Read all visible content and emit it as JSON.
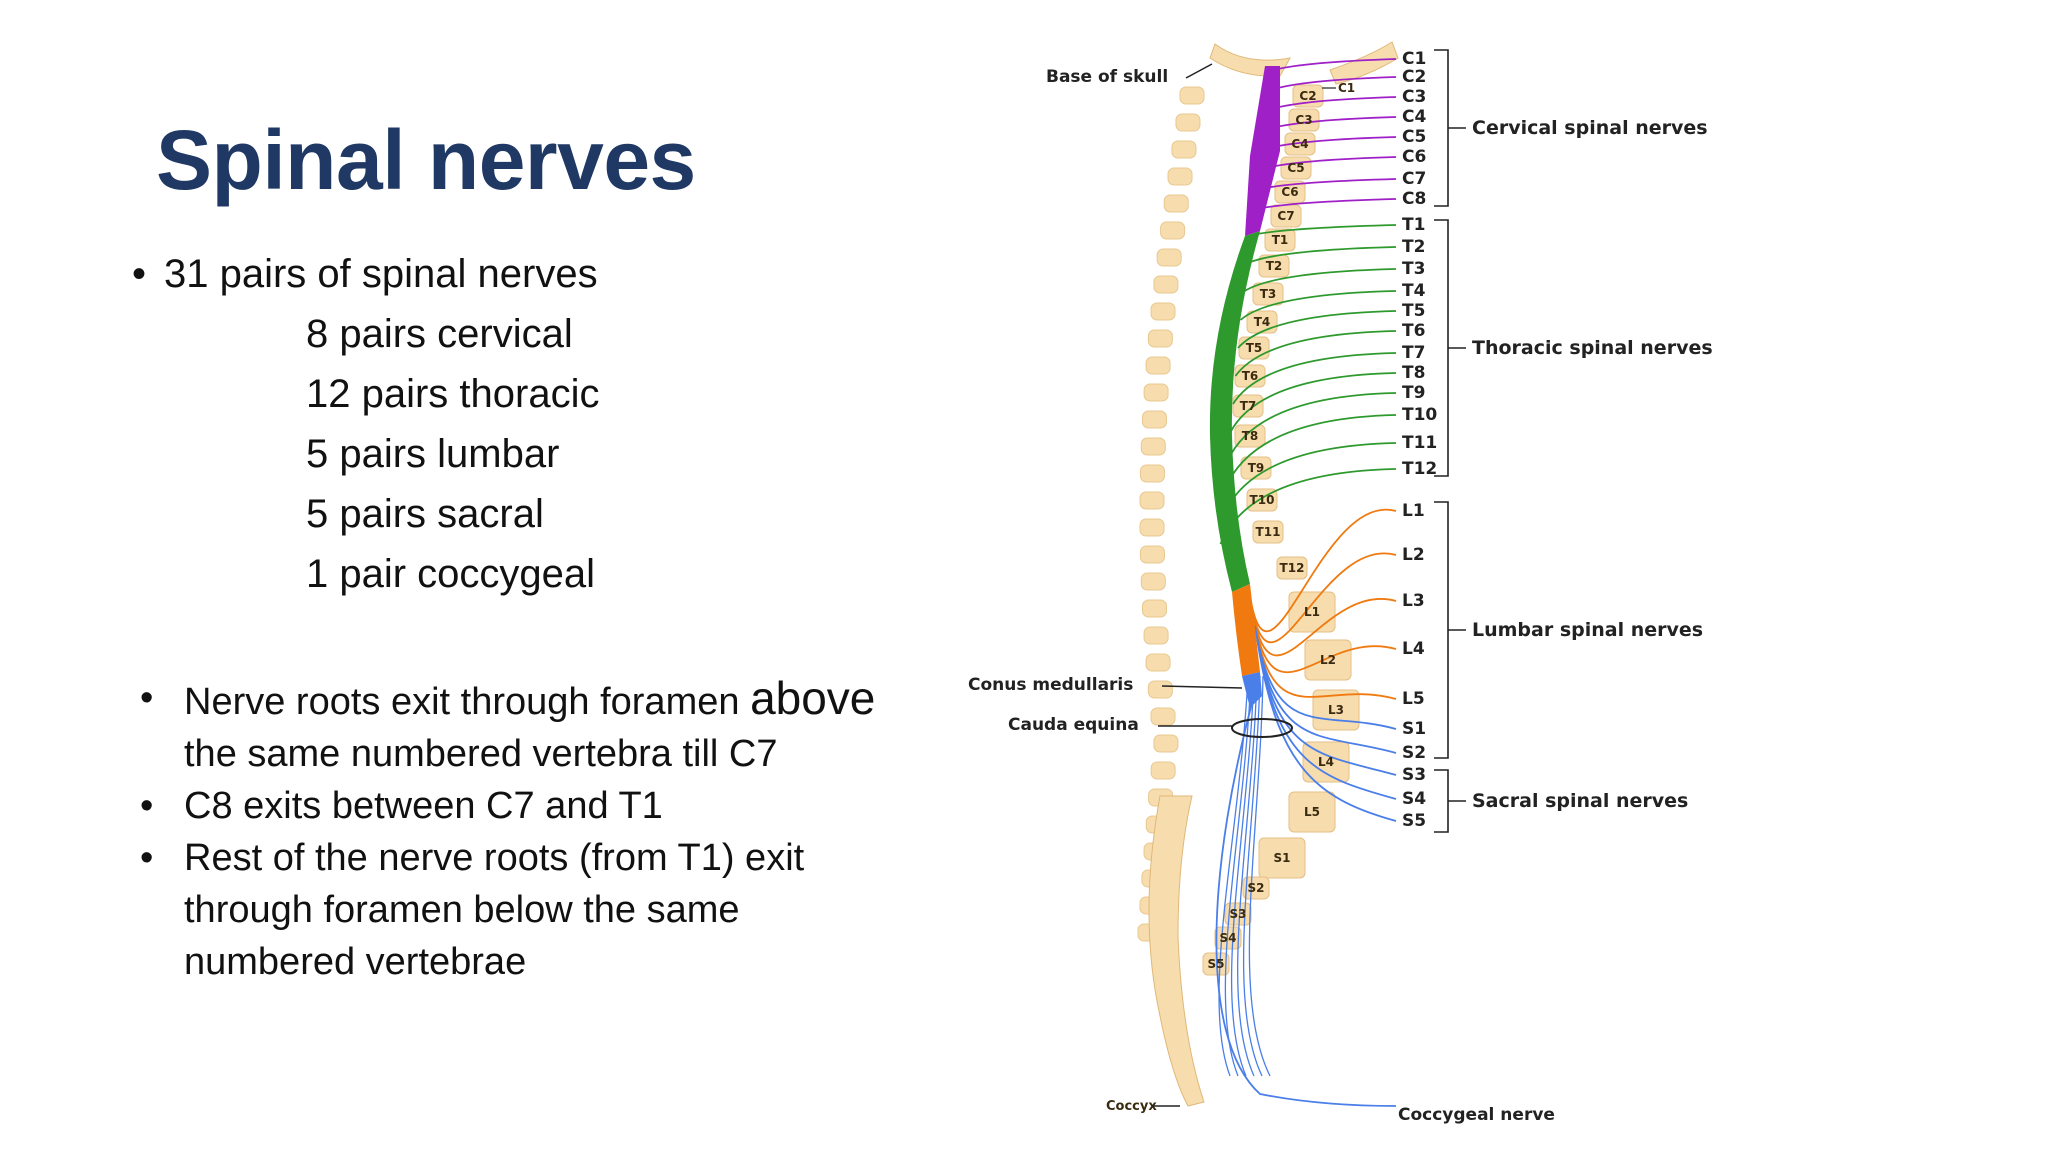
{
  "slide": {
    "title": "Spinal nerves",
    "intro_bullet": "31 pairs of spinal nerves",
    "counts": [
      "8 pairs cervical",
      "12 pairs thoracic",
      "5 pairs lumbar",
      "5 pairs sacral",
      "1 pair coccygeal"
    ],
    "bullets": [
      {
        "before": "Nerve roots exit through foramen ",
        "emph": "above",
        "after": " the same numbered vertebra till C7"
      },
      {
        "text": "C8 exits between C7 and T1"
      },
      {
        "text": "Rest of the nerve roots (from T1) exit through foramen  below the same numbered vertebrae"
      }
    ]
  },
  "figure": {
    "colors": {
      "cervical": "#a020c8",
      "thoracic": "#2e9a2e",
      "lumbar": "#f07a10",
      "sacral": "#4a7ee8",
      "bone": "#f7ddae"
    },
    "left_labels": {
      "base_of_skull": "Base of skull",
      "conus": "Conus medullaris",
      "cauda": "Cauda equina",
      "coccyx": "Coccyx"
    },
    "c1_small": "C1",
    "vertebra_labels": [
      "C2",
      "C3",
      "C4",
      "C5",
      "C6",
      "C7",
      "T1",
      "T2",
      "T3",
      "T4",
      "T5",
      "T6",
      "T7",
      "T8",
      "T9",
      "T10",
      "T11",
      "T12",
      "L1",
      "L2",
      "L3",
      "L4",
      "L5",
      "S1",
      "S2",
      "S3",
      "S4",
      "S5"
    ],
    "nerve_labels": [
      "C1",
      "C2",
      "C3",
      "C4",
      "C5",
      "C6",
      "C7",
      "C8",
      "T1",
      "T2",
      "T3",
      "T4",
      "T5",
      "T6",
      "T7",
      "T8",
      "T9",
      "T10",
      "T11",
      "T12",
      "L1",
      "L2",
      "L3",
      "L4",
      "L5",
      "S1",
      "S2",
      "S3",
      "S4",
      "S5"
    ],
    "coccygeal_nerve": "Coccygeal nerve",
    "groups": [
      "Cervical spinal nerves",
      "Thoracic spinal nerves",
      "Lumbar spinal nerves",
      "Sacral spinal nerves"
    ]
  }
}
